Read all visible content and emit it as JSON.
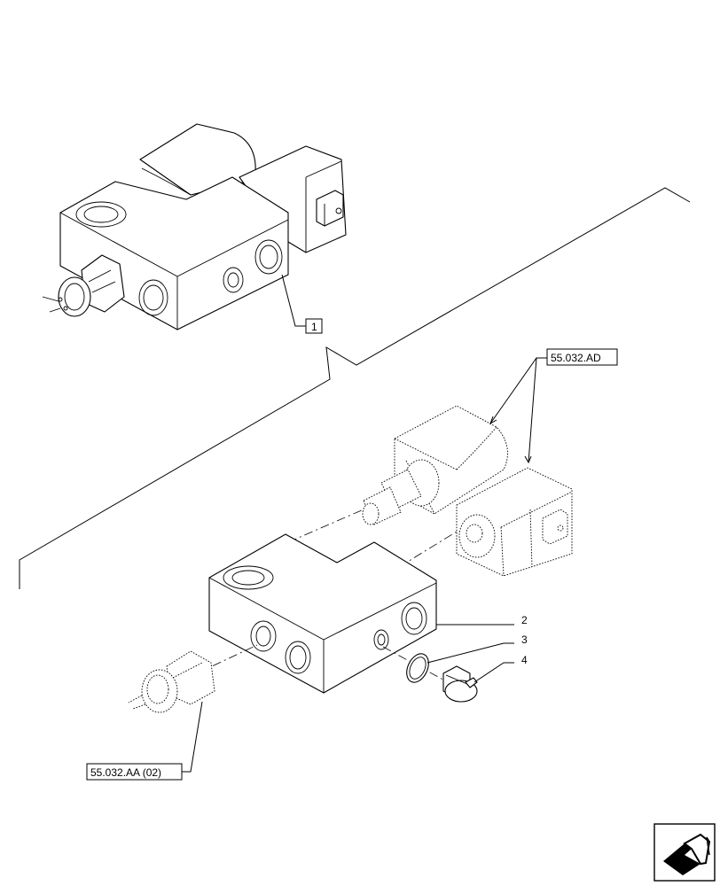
{
  "labels": {
    "item_1": "1",
    "item_2": "2",
    "item_3": "3",
    "item_4": "4",
    "ref_solenoid": "55.032.AD",
    "ref_sensor": "55.032.AA (02)"
  },
  "icons": {
    "nav": "next-page-arrow-icon"
  }
}
